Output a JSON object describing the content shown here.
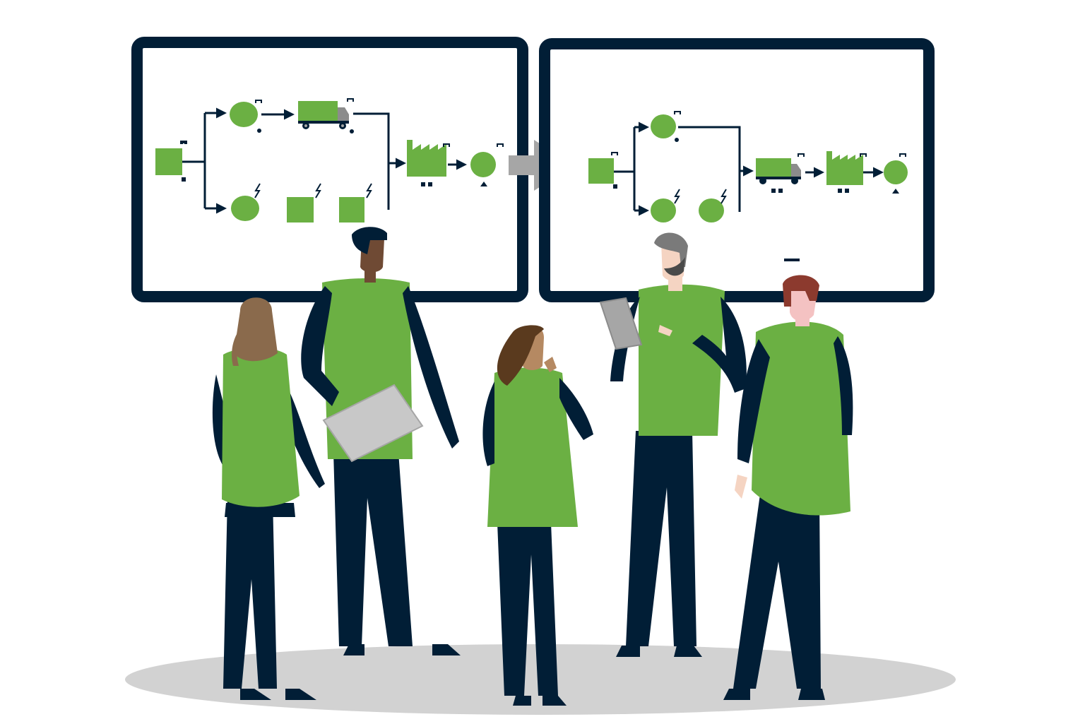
{
  "colors": {
    "green": "#6bb043",
    "navy": "#011e36",
    "grey": "#a6a6a6",
    "floor": "#d2d2d2",
    "screen_bg": "#ffffff",
    "laptop": "#c8c8c8"
  },
  "boards": [
    {
      "name": "current-state-map",
      "icons": [
        "supplier-square-icon",
        "process-circle-icon",
        "truck-icon",
        "factory-icon",
        "customer-circle-icon",
        "kaizen-burst-icon"
      ]
    },
    {
      "name": "future-state-map",
      "icons": [
        "supplier-square-icon",
        "process-circle-icon",
        "truck-icon",
        "factory-icon",
        "customer-circle-icon",
        "kaizen-burst-icon"
      ]
    }
  ],
  "transition_arrow": "right-arrow-icon",
  "people": [
    "woman-long-hair",
    "man-with-laptop",
    "woman-thinking",
    "bearded-man-with-tablet",
    "man-red-hair"
  ]
}
